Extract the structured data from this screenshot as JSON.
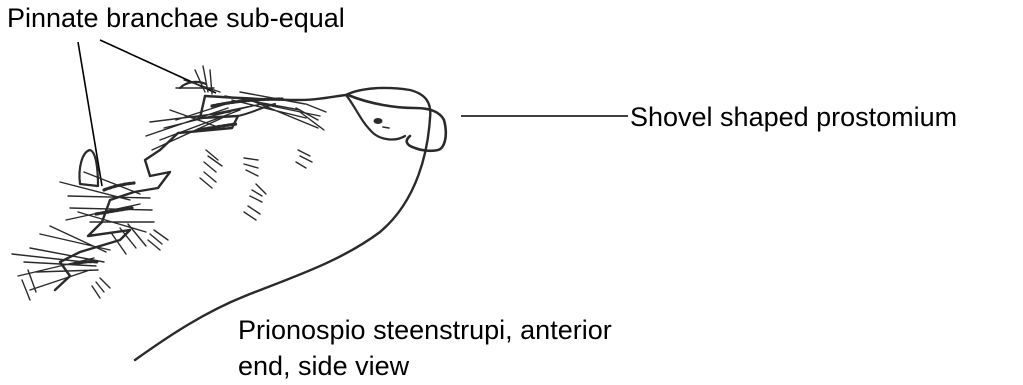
{
  "labels": {
    "branchae": "Pinnate branchae sub-equal",
    "prostomium": "Shovel shaped prostomium"
  },
  "caption": {
    "line1": "Prionospio steenstrupi, anterior",
    "line2": "end, side view"
  }
}
